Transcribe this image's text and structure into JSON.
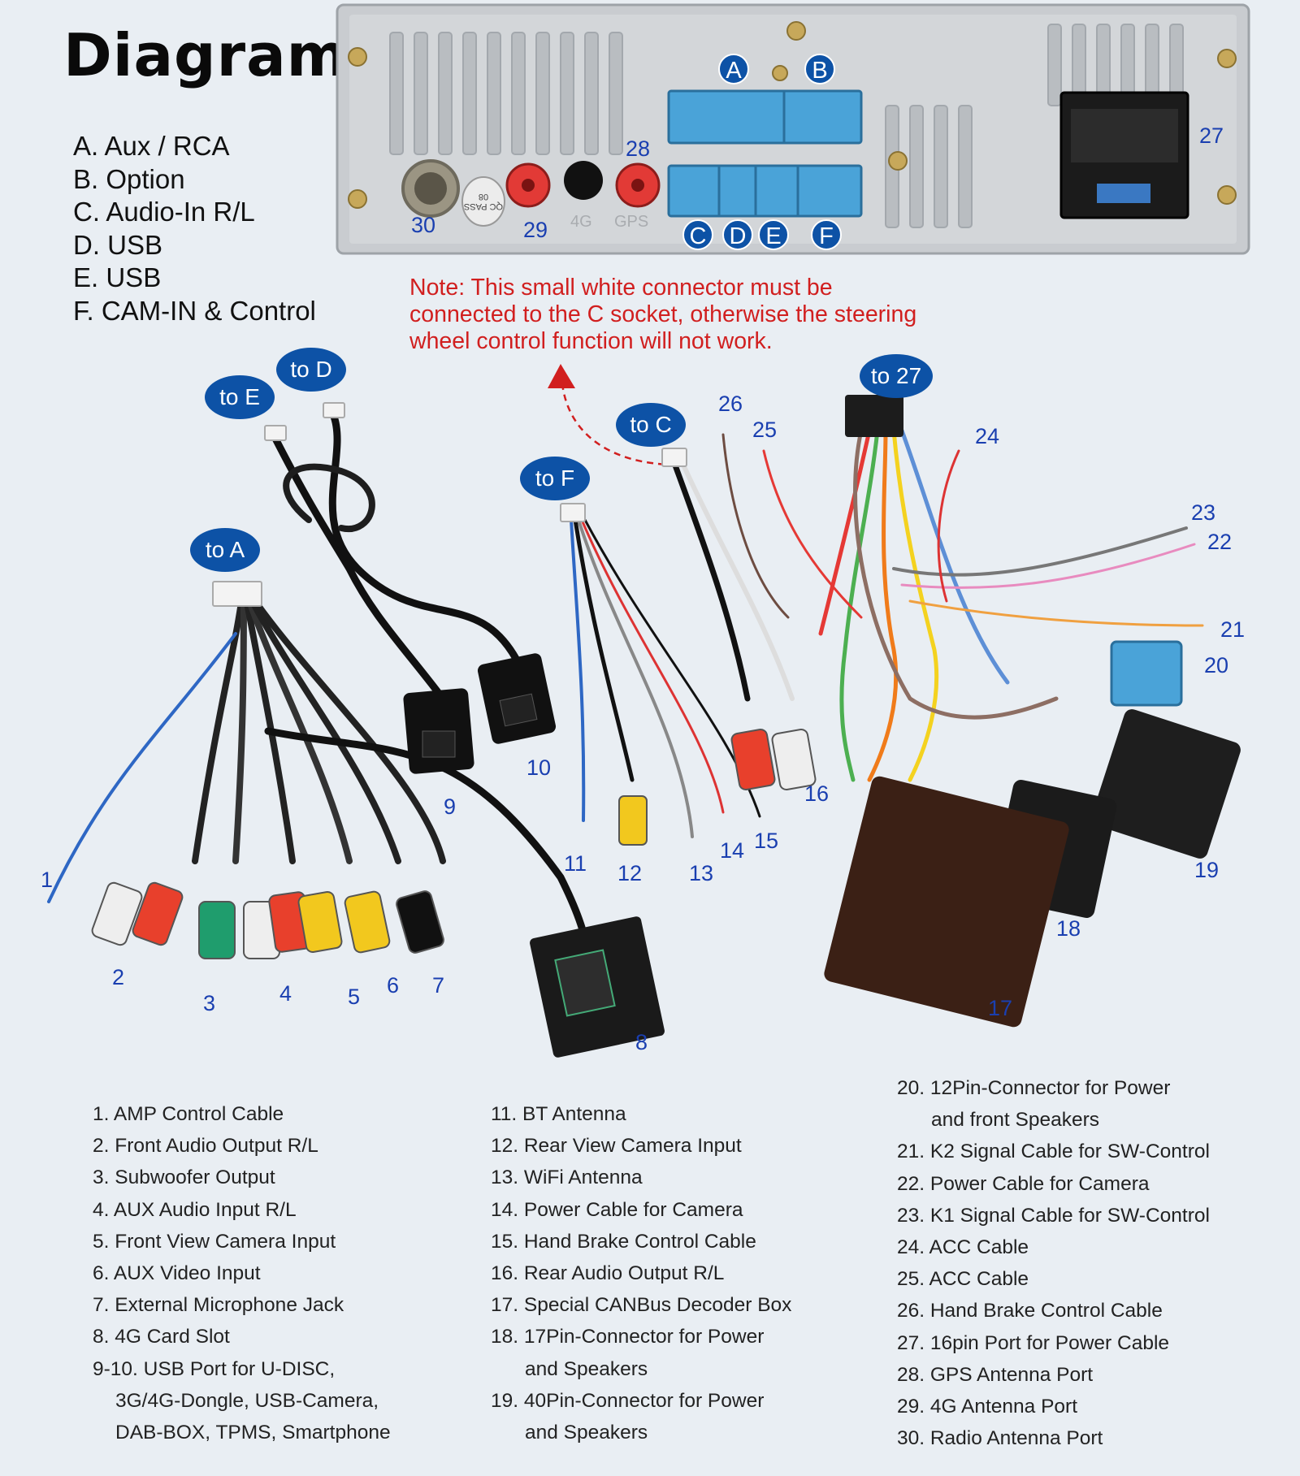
{
  "title": "Diagram",
  "key": [
    "A. Aux / RCA",
    "B. Option",
    "C. Audio-In R/L",
    "D. USB",
    "E. USB",
    "F. CAM-IN & Control"
  ],
  "note": "Note: This small white connector must be connected to the C socket, otherwise the steering wheel control function will not work.",
  "port_letters": [
    "A",
    "B",
    "C",
    "D",
    "E",
    "F"
  ],
  "connector_bubbles": [
    "to E",
    "to D",
    "to A",
    "to F",
    "to C",
    "to 27"
  ],
  "part_numbers": [
    "1",
    "2",
    "3",
    "4",
    "5",
    "6",
    "7",
    "8",
    "9",
    "10",
    "11",
    "12",
    "13",
    "14",
    "15",
    "16",
    "17",
    "18",
    "19",
    "20",
    "21",
    "22",
    "23",
    "24",
    "25",
    "26",
    "27",
    "28",
    "29",
    "30"
  ],
  "panel_marks": [
    "QC PASS 08",
    "4G",
    "GPS"
  ],
  "legend": {
    "col1": [
      "1. AMP Control Cable",
      "2. Front Audio Output R/L",
      "3. Subwoofer Output",
      "4. AUX Audio Input R/L",
      "5. Front View Camera Input",
      "6. AUX Video Input",
      "7. External Microphone Jack",
      "8. 4G Card Slot",
      "9-10. USB Port for U-DISC,",
      "3G/4G-Dongle, USB-Camera,",
      "DAB-BOX, TPMS, Smartphone"
    ],
    "col2": [
      "11. BT Antenna",
      "12. Rear View Camera Input",
      "13. WiFi Antenna",
      "14. Power Cable for Camera",
      "15. Hand Brake Control Cable",
      "16. Rear Audio Output R/L",
      "17. Special CANBus Decoder Box",
      "18. 17Pin-Connector for Power",
      "and Speakers",
      "19. 40Pin-Connector for Power",
      "and Speakers"
    ],
    "col3": [
      "20. 12Pin-Connector for Power",
      "and front Speakers",
      "21. K2 Signal Cable for SW-Control",
      "22. Power Cable for Camera",
      "23. K1 Signal Cable for SW-Control",
      "24. ACC Cable",
      "25. ACC Cable",
      "26. Hand Brake Control Cable",
      "27. 16pin Port for Power Cable",
      "28. GPS Antenna Port",
      "29. 4G Antenna Port",
      "30. Radio Antenna Port"
    ]
  },
  "colors": {
    "accent_blue": "#0d52a6",
    "number_blue": "#1a3fb0",
    "note_red": "#d11f1f",
    "panel": "#c9ccd0",
    "connector_blue": "#4aa3d8"
  }
}
